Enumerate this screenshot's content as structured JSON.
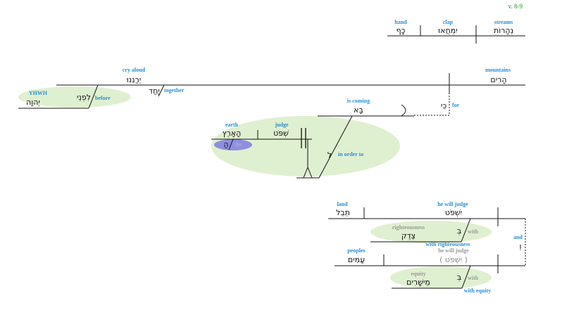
{
  "verse_ref": "v. 8-9",
  "colors": {
    "gloss": "#2a8fd6",
    "highlight": "#dff0d0",
    "article_highlight": "#8f8fe0",
    "verse": "#1f8a1f"
  },
  "top_clause": {
    "streams": {
      "hebrew": "נְהָרוֹת",
      "gloss": "streams"
    },
    "clap": {
      "hebrew": "יִמְחֲאוּ",
      "gloss": "clap"
    },
    "hand": {
      "hebrew": "כָף",
      "gloss": "hand"
    }
  },
  "main_clause": {
    "mountains": {
      "hebrew": "הָרִים",
      "gloss": "mountains"
    },
    "cry_aloud": {
      "hebrew": "יְרַנֵּנוּ",
      "gloss": "cry aloud"
    },
    "together": {
      "hebrew": "יַחַד",
      "gloss": "together"
    },
    "before": {
      "hebrew": "לִפְנֵי",
      "gloss": "before"
    },
    "yhwh": {
      "hebrew": "יְהוָה",
      "gloss": "YHWH"
    }
  },
  "for_clause": {
    "for": {
      "hebrew": "כִּי",
      "gloss": "for"
    },
    "is_coming": {
      "hebrew": "בָא",
      "gloss": "is coming"
    },
    "in_order_to": {
      "hebrew": "לִ",
      "gloss": "in order to"
    },
    "judge": {
      "hebrew": "שְׁפֹּט",
      "gloss": "judge"
    },
    "earth": {
      "hebrew": "הָאָרֶץ",
      "gloss": "earth"
    },
    "the": {
      "hebrew": "הָ",
      "gloss": "the"
    }
  },
  "judge_clause": {
    "he_will_judge": {
      "hebrew": "יִשְׁפֹּט",
      "gloss": "he will judge"
    },
    "land": {
      "hebrew": "תֵּבֵל",
      "gloss": "land"
    },
    "with1": {
      "hebrew": "בְּ",
      "gloss": "with"
    },
    "righteousness": {
      "hebrew": "צֶדֶק",
      "gloss": "righteousness"
    },
    "with_righteousness": "with righteousness",
    "and": {
      "hebrew": "וְ",
      "gloss": "and"
    },
    "he_will_judge_implied": {
      "hebrew": "( יִשְׁפֹּט )",
      "gloss": "he will judge"
    },
    "peoples": {
      "hebrew": "עַמִּים",
      "gloss": "peoples"
    },
    "with2": {
      "hebrew": "בְּ",
      "gloss": "with"
    },
    "equity": {
      "hebrew": "מֵישָׁרִים",
      "gloss": "equity"
    },
    "with_equity": "with equity"
  }
}
